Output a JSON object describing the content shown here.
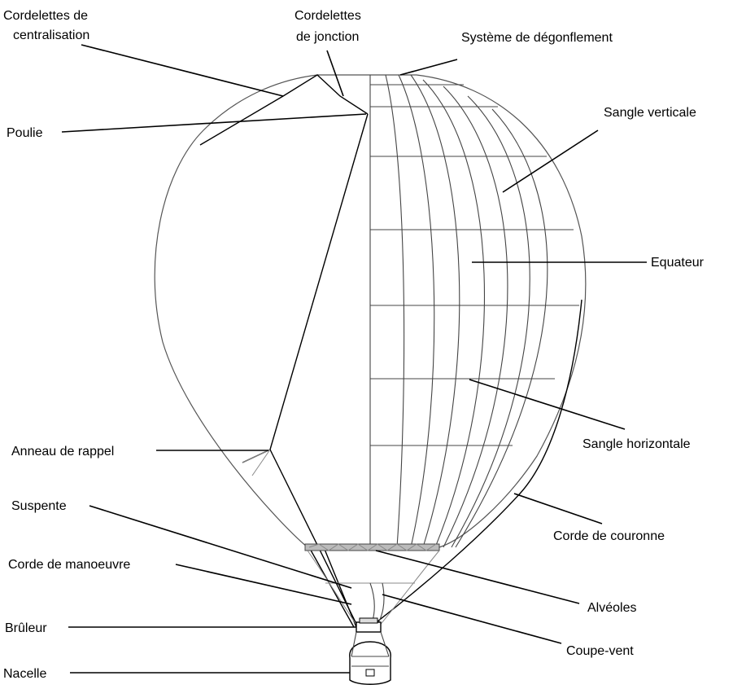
{
  "labels": {
    "centralisation_lines": [
      "Cordelettes de",
      "centralisation"
    ],
    "junction_lines": [
      "Cordelettes",
      "de jonction"
    ],
    "deflation": "Système de dégonflement",
    "vertical_strap": "Sangle verticale",
    "pulley": "Poulie",
    "equator": "Equateur",
    "recall_ring": "Anneau de rappel",
    "horizontal_strap": "Sangle horizontale",
    "suspension": "Suspente",
    "crown_line": "Corde de couronne",
    "maneuver_rope": "Corde de manoeuvre",
    "cells": "Alvéoles",
    "burner": "Brûleur",
    "windscreen": "Coupe-vent",
    "basket": "Nacelle"
  },
  "colors": {
    "line": "#000000",
    "envelope": "#555555",
    "background": "#ffffff"
  }
}
